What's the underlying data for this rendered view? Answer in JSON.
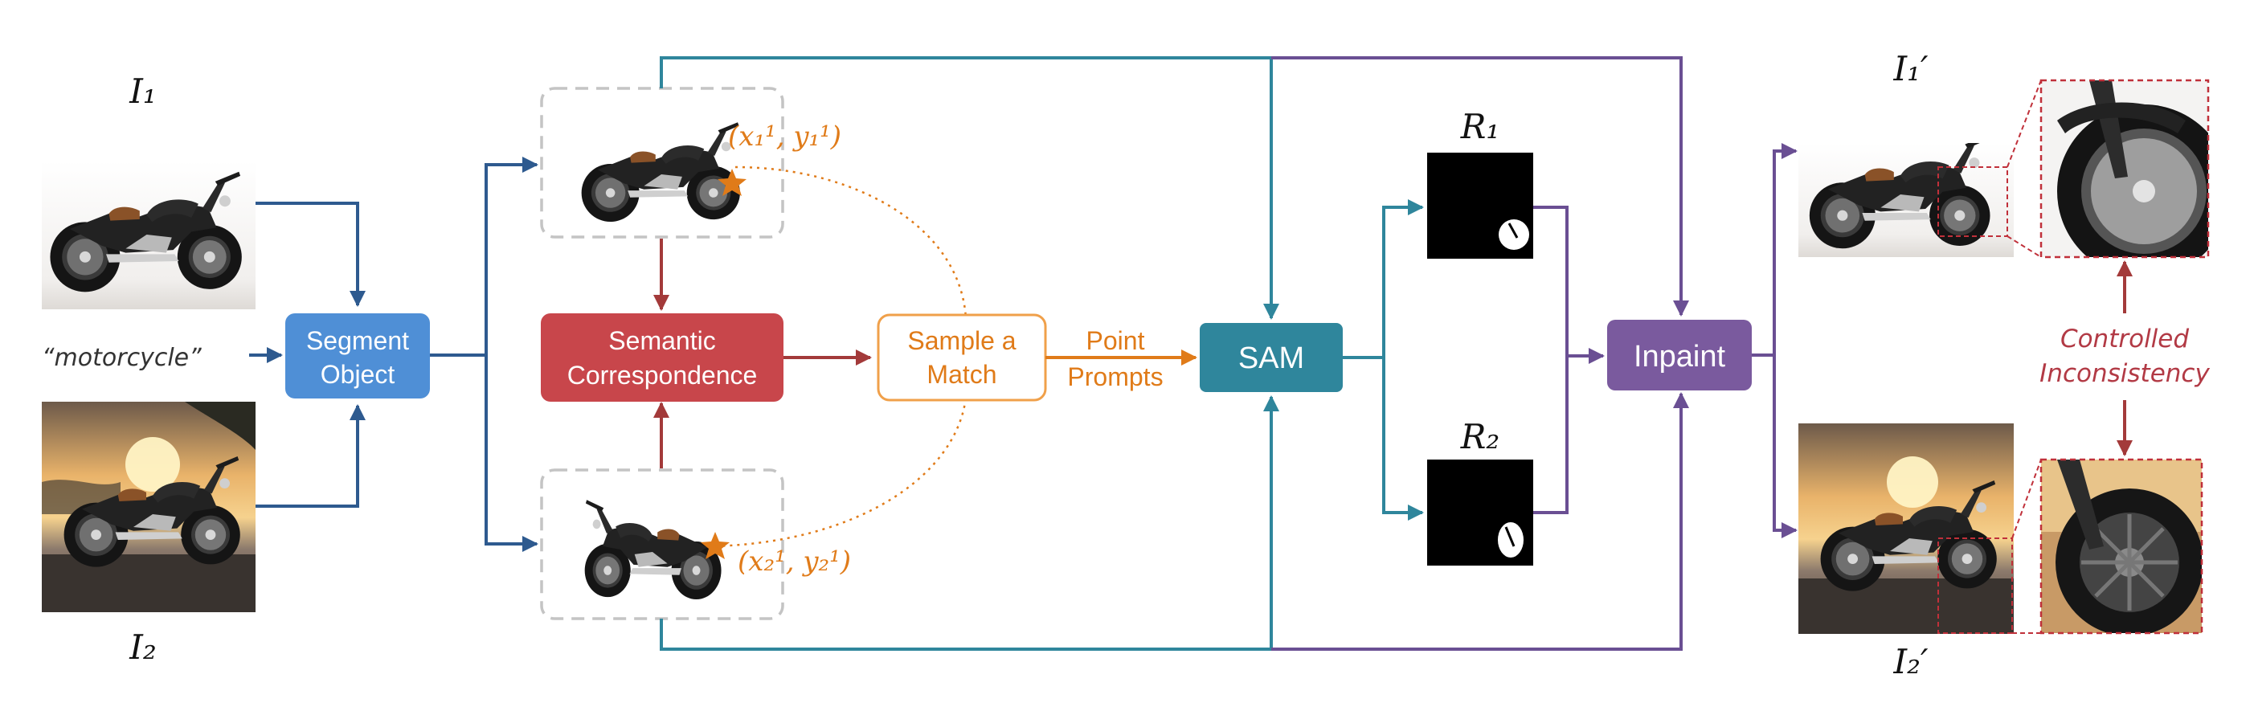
{
  "inputs": {
    "image1_label": "I₁",
    "image2_label": "I₂",
    "text_prompt": "“motorcycle”"
  },
  "boxes": {
    "segment_line1": "Segment",
    "segment_line2": "Object",
    "semantic_line1": "Semantic",
    "semantic_line2": "Correspondence",
    "sample_line1": "Sample a",
    "sample_line2": "Match",
    "sam": "SAM",
    "inpaint": "Inpaint"
  },
  "arrows": {
    "point_prompts_line1": "Point",
    "point_prompts_line2": "Prompts"
  },
  "coords": {
    "point1": "(x₁¹, y₁¹)",
    "point2": "(x₂¹, y₂¹)"
  },
  "masks": {
    "mask1_label": "R₁",
    "mask2_label": "R₂"
  },
  "outputs": {
    "image1_label": "I₁′",
    "image2_label": "I₂′",
    "note_line1": "Controlled",
    "note_line2": "Inconsistency"
  },
  "colors": {
    "blue_arrow": "#2e5a8f",
    "segment_box": "#4f8fd6",
    "semantic_box": "#c8464b",
    "sample_box_border": "#f0a04a",
    "orange": "#e07b19",
    "sam_box": "#2f869c",
    "teal": "#2f869c",
    "inpaint_box": "#7a5a9e",
    "purple": "#6a4f93",
    "red_dashed": "#c0303a",
    "gray_dashed": "#c4c4c4"
  }
}
